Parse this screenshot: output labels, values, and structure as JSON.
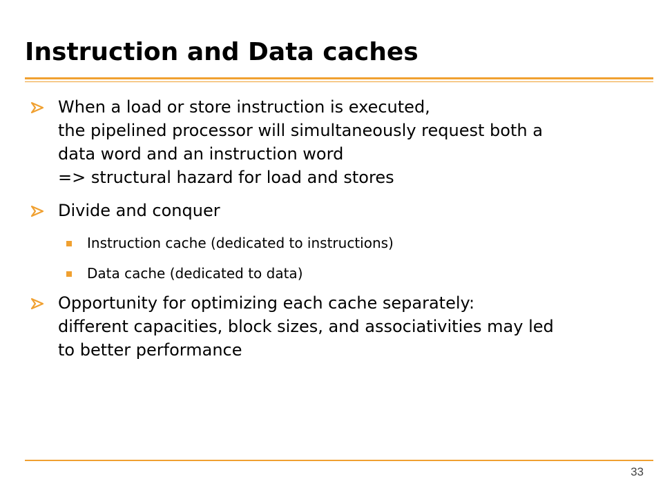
{
  "slide": {
    "title": "Instruction and Data caches",
    "page_number": "33",
    "accent_color": "#f0a030"
  },
  "bullets": [
    {
      "icon": "arrow-bullet-icon",
      "lines": [
        "When a load or store instruction is executed,",
        "the pipelined processor will simultaneously request both a",
        "data word and an instruction word",
        "=> structural hazard for load and stores"
      ]
    },
    {
      "icon": "arrow-bullet-icon",
      "lines": [
        "Divide and conquer"
      ],
      "subitems": [
        "Instruction cache (dedicated to instructions)",
        "Data cache (dedicated to data)"
      ]
    },
    {
      "icon": "arrow-bullet-icon",
      "lines": [
        "Opportunity for optimizing each cache separately:",
        "different capacities, block sizes, and associativities may led",
        "to better performance"
      ]
    }
  ]
}
